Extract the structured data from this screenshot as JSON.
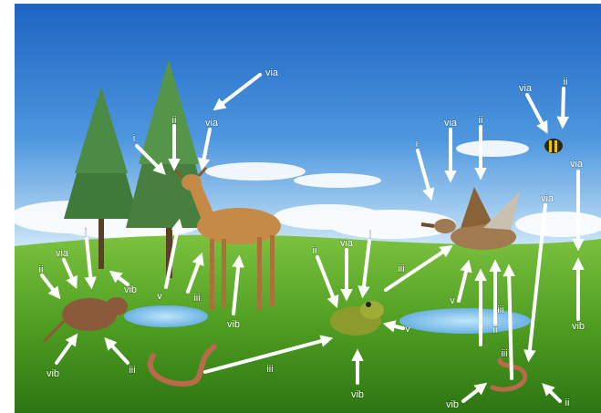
{
  "colors": {
    "sky_top": "#1d6fc9",
    "sky_bottom": "#bfe0f6",
    "grass": "#5ca72a",
    "grass_dark": "#2f7a12",
    "water": "#7cc0ea",
    "deer": "#c8904a",
    "rodent": "#8a5a3a",
    "frog": "#8a9a2a",
    "duck": "#a07a50",
    "worm": "#b86a4a",
    "bee": "#2a2a10",
    "arrow": "#ffffff"
  },
  "organisms": [
    {
      "id": "pine-tree-left"
    },
    {
      "id": "pine-tree-right"
    },
    {
      "id": "deer"
    },
    {
      "id": "rodent"
    },
    {
      "id": "frog"
    },
    {
      "id": "duck"
    },
    {
      "id": "worm-left"
    },
    {
      "id": "worm-right"
    },
    {
      "id": "bee"
    },
    {
      "id": "pond-left"
    },
    {
      "id": "pond-right"
    }
  ],
  "labels": [
    {
      "text": "via",
      "arrow": "via-to-deer"
    },
    {
      "text": "ii",
      "arrow": "ii-to-deer-top"
    },
    {
      "text": "via",
      "arrow": "via-to-deer-2"
    },
    {
      "text": "i",
      "arrow": "i-to-deer"
    },
    {
      "text": "v",
      "arrow": "v-from-deer"
    },
    {
      "text": "iii",
      "arrow": "iii-to-deer"
    },
    {
      "text": "vib",
      "arrow": "vib-to-deer"
    },
    {
      "text": "vib",
      "arrow": "vib-left-top"
    },
    {
      "text": "i",
      "arrow": "i-to-rodent"
    },
    {
      "text": "via",
      "arrow": "via-to-rodent"
    },
    {
      "text": "ii",
      "arrow": "ii-to-rodent"
    },
    {
      "text": "vib",
      "arrow": "vib-to-rodent"
    },
    {
      "text": "iii",
      "arrow": "iii-to-rodent"
    },
    {
      "text": "iii",
      "arrow": "iii-worm-to-frog"
    },
    {
      "text": "ii",
      "arrow": "ii-to-frog"
    },
    {
      "text": "via",
      "arrow": "via-to-frog"
    },
    {
      "text": "i",
      "arrow": "i-to-frog"
    },
    {
      "text": "v",
      "arrow": "v-to-frog"
    },
    {
      "text": "vib",
      "arrow": "vib-to-frog"
    },
    {
      "text": "iii",
      "arrow": "iii-frog-to-duck"
    },
    {
      "text": "i",
      "arrow": "i-to-duck"
    },
    {
      "text": "via",
      "arrow": "via-to-duck"
    },
    {
      "text": "ii",
      "arrow": "ii-to-duck"
    },
    {
      "text": "v",
      "arrow": "v-to-duck"
    },
    {
      "text": "iii",
      "arrow": "iii-to-duck"
    },
    {
      "text": "ii",
      "arrow": "ii-to-duck-2"
    },
    {
      "text": "iii",
      "arrow": "iii-worm-to-duck"
    },
    {
      "text": "via",
      "arrow": "via-to-bee"
    },
    {
      "text": "ii",
      "arrow": "ii-to-bee"
    },
    {
      "text": "via",
      "arrow": "via-right"
    },
    {
      "text": "via",
      "arrow": "via-to-worm-right"
    },
    {
      "text": "vib",
      "arrow": "vib-right"
    },
    {
      "text": "vib",
      "arrow": "vib-to-worm-right"
    },
    {
      "text": "ii",
      "arrow": "ii-to-worm-right"
    }
  ]
}
